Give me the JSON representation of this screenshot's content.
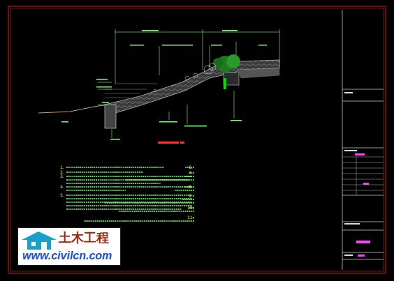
{
  "diagram": {
    "nodes": [
      {
        "text": [
          "土木工程",
          "www.civilcn.com"
        ]
      }
    ],
    "labels": [
      "1.",
      "2.",
      "3.",
      "4.",
      "5.",
      "6.",
      "7.",
      "8.",
      "9.",
      "10.",
      "11."
    ]
  }
}
